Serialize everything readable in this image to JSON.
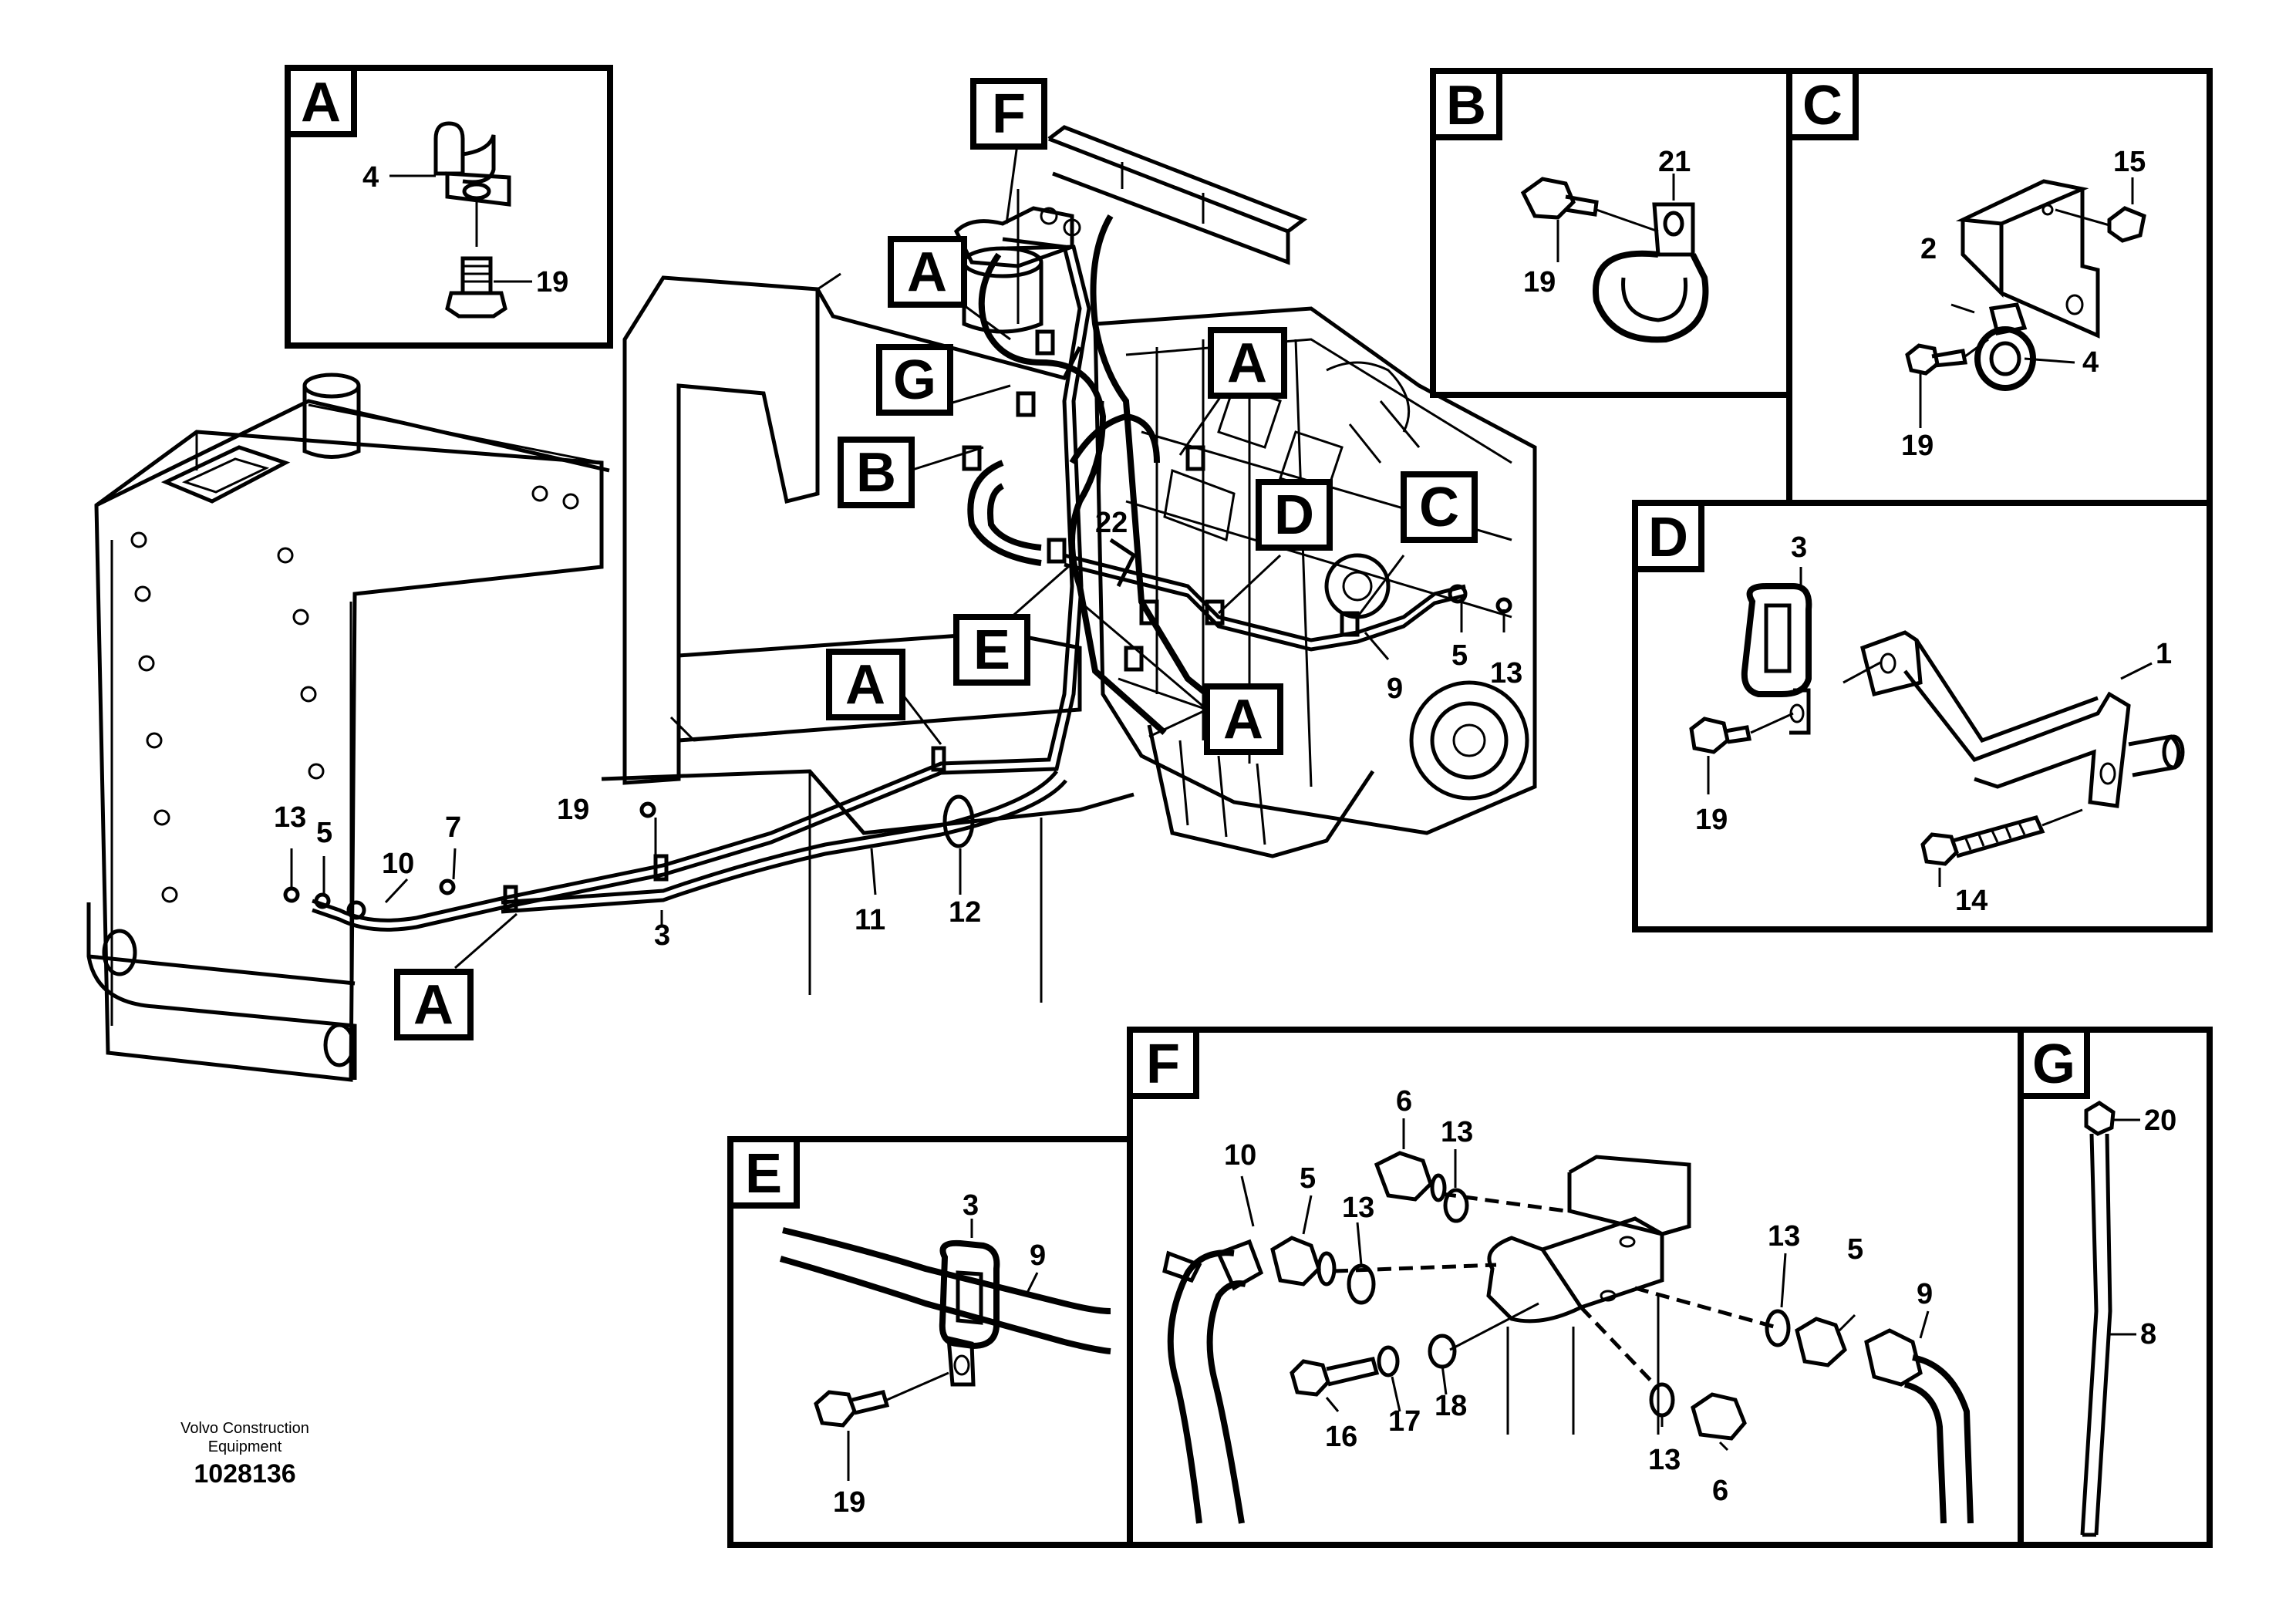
{
  "footer": {
    "company_line1": "Volvo Construction",
    "company_line2": "Equipment",
    "doc_number": "1028136"
  },
  "main": {
    "callouts": {
      "f": "F",
      "a1": "A",
      "g": "G",
      "b": "B",
      "a2": "A",
      "d": "D",
      "c": "C",
      "e": "E",
      "a3": "A",
      "a4": "A",
      "a5": "A"
    },
    "labels": {
      "n22": "22",
      "n5": "5",
      "n13": "13",
      "n9": "9",
      "n19": "19",
      "n13b": "13",
      "n5b": "5",
      "n7": "7",
      "n10": "10",
      "n3": "3",
      "n11": "11",
      "n12": "12"
    }
  },
  "panels": {
    "A": {
      "tag": "A",
      "labels": {
        "p4": "4",
        "p19": "19"
      }
    },
    "B": {
      "tag": "B",
      "labels": {
        "p21": "21",
        "p19": "19"
      }
    },
    "C": {
      "tag": "C",
      "labels": {
        "p15": "15",
        "p2": "2",
        "p4": "4",
        "p19": "19"
      }
    },
    "D": {
      "tag": "D",
      "labels": {
        "p3": "3",
        "p1": "1",
        "p19": "19",
        "p14": "14"
      }
    },
    "E": {
      "tag": "E",
      "labels": {
        "p3": "3",
        "p9": "9",
        "p19": "19"
      }
    },
    "F": {
      "tag": "F",
      "labels": {
        "p10": "10",
        "p5": "5",
        "p6": "6",
        "p13a": "13",
        "p13b": "13",
        "p13c": "13",
        "p5b": "5",
        "p9": "9",
        "p16": "16",
        "p17": "17",
        "p18": "18",
        "p13d": "13",
        "p6b": "6"
      }
    },
    "G": {
      "tag": "G",
      "labels": {
        "p20": "20",
        "p8": "8"
      }
    }
  }
}
